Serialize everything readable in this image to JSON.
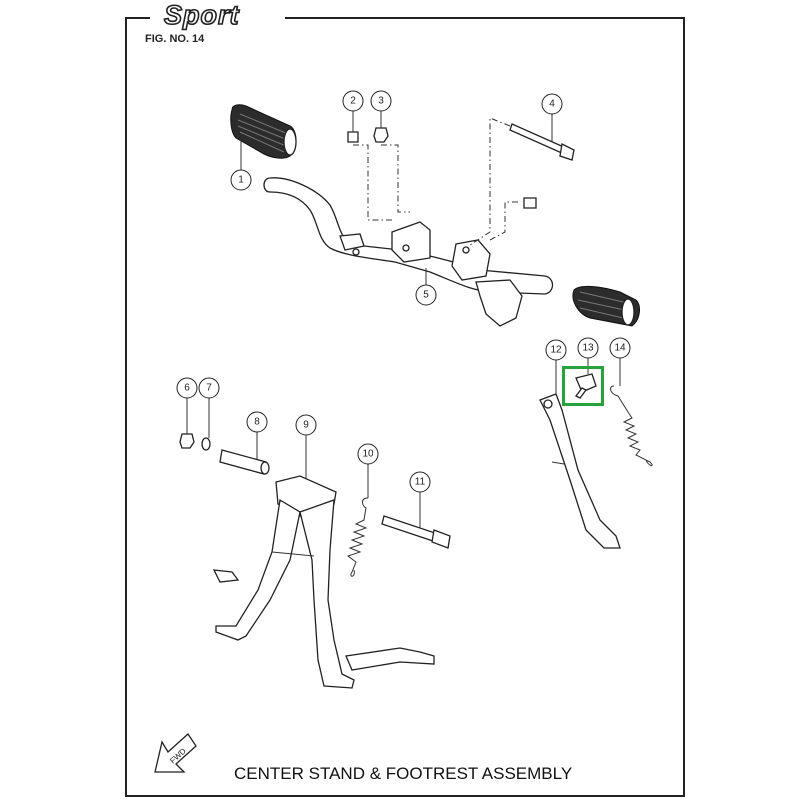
{
  "brand": "Sport",
  "figure_label": "FIG. NO. 14",
  "title": "CENTER STAND & FOOTREST ASSEMBLY",
  "fwd_label": "FWD",
  "highlight_color": "#27a33c",
  "callouts": [
    "1",
    "2",
    "3",
    "4",
    "5",
    "6",
    "7",
    "8",
    "9",
    "10",
    "11",
    "12",
    "13",
    "14"
  ],
  "highlighted_callout": "13"
}
